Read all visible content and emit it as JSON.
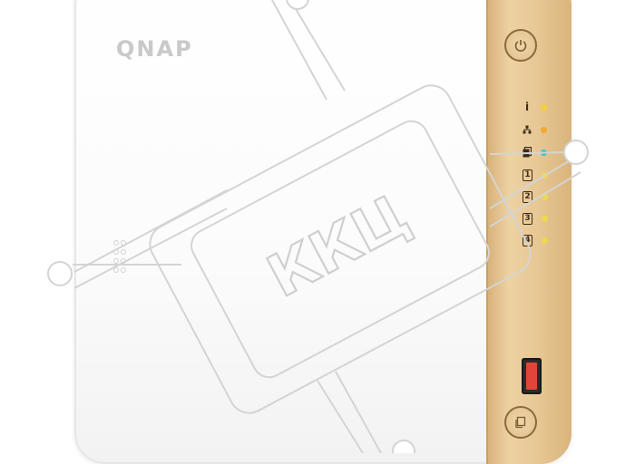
{
  "product": {
    "brand_text": "QNAP",
    "colors": {
      "chassis": "#ffffff",
      "front_panel": "#e7c794",
      "led_info": "#f3d23a",
      "led_network": "#f2a92c",
      "led_storage": "#37c6d6",
      "led_disk": "#efd84a",
      "usb_port": "#e0453a"
    },
    "buttons": [
      {
        "name": "power",
        "icon": "power-icon"
      },
      {
        "name": "one-touch-copy",
        "icon": "copy-icon"
      }
    ],
    "leds": [
      {
        "icon": "info-icon",
        "label": "i"
      },
      {
        "icon": "network-icon",
        "label": ""
      },
      {
        "icon": "storage-icon",
        "label": ""
      },
      {
        "icon": "disk-icon",
        "label": "1"
      },
      {
        "icon": "disk-icon",
        "label": "2"
      },
      {
        "icon": "disk-icon",
        "label": "3"
      },
      {
        "icon": "disk-icon",
        "label": "4"
      }
    ]
  },
  "watermark": {
    "text": "ККЦ"
  }
}
